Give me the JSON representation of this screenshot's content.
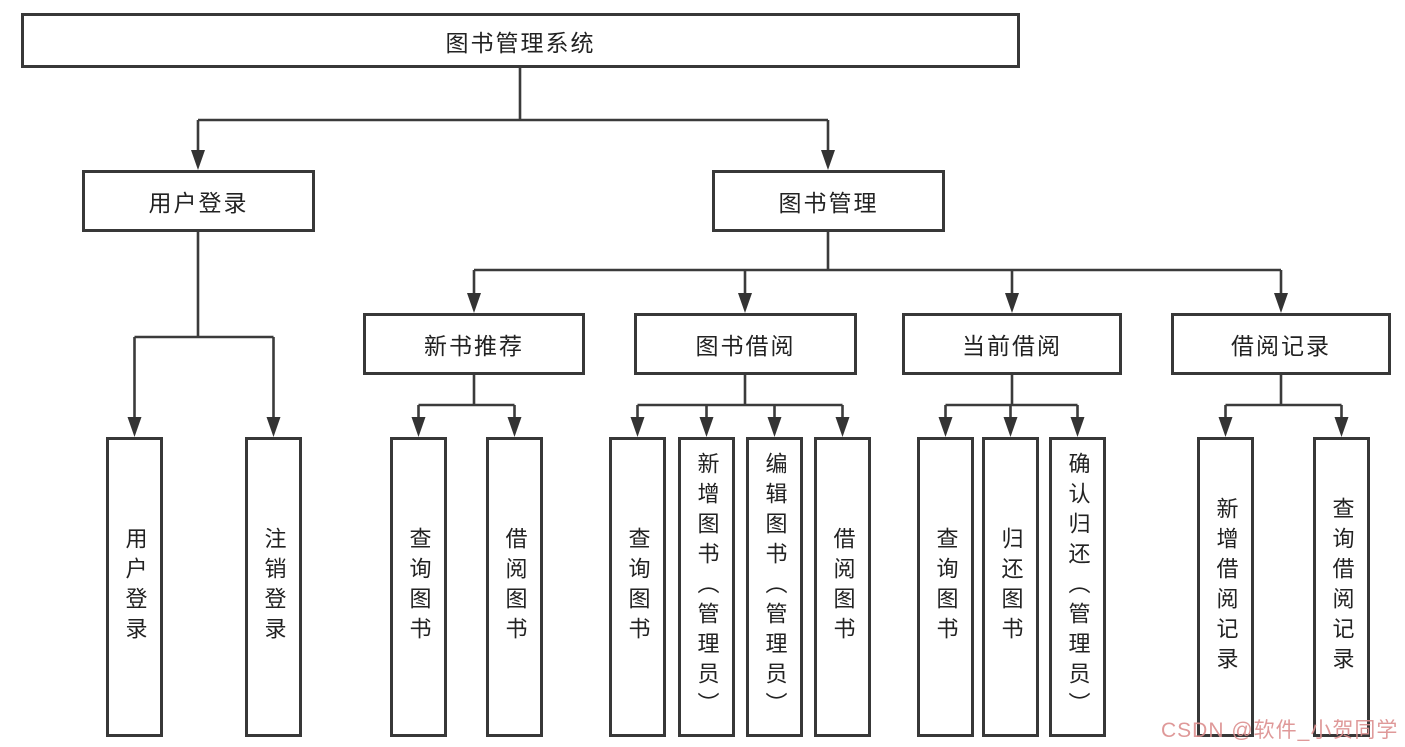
{
  "diagram": {
    "title": "图书管理系统",
    "nodes": {
      "root": "图书管理系统",
      "user_login": "用户登录",
      "book_mgmt": "图书管理",
      "new_book_rec": "新书推荐",
      "book_borrow": "图书借阅",
      "current_borrow": "当前借阅",
      "borrow_records": "借阅记录",
      "leaf_user_login": "用户登录",
      "leaf_logout": "注销登录",
      "leaf_nbr_query_books": "查询图书",
      "leaf_nbr_borrow_books": "借阅图书",
      "leaf_bb_query_books": "查询图书",
      "leaf_bb_add_books_admin": "新增图书（管理员）",
      "leaf_bb_edit_books_admin": "编辑图书（管理员）",
      "leaf_bb_borrow_books": "借阅图书",
      "leaf_cb_query_books": "查询图书",
      "leaf_cb_return_books": "归还图书",
      "leaf_cb_confirm_return_admin": "确认归还（管理员）",
      "leaf_br_add_record": "新增借阅记录",
      "leaf_br_query_record": "查询借阅记录"
    },
    "watermark": "CSDN @软件_小贺同学",
    "colors": {
      "background": "#ffffff",
      "box_border": "#383838",
      "line": "#3b3b3b",
      "arrowhead": "#333333",
      "text": "#222222",
      "watermark": "#dc8f8f"
    }
  }
}
